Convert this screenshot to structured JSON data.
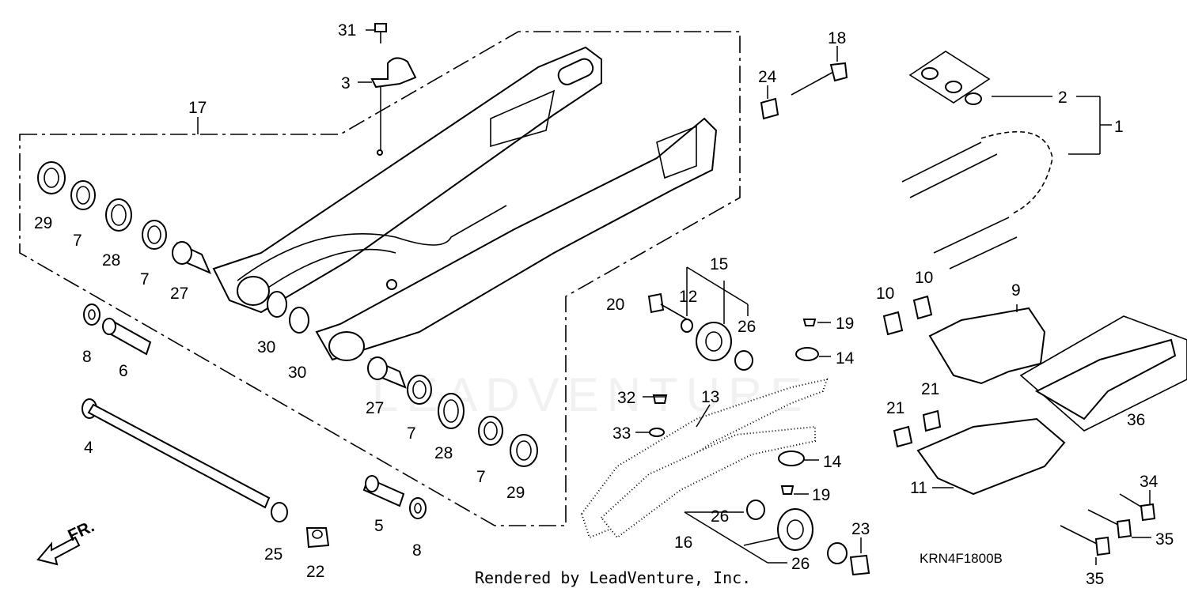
{
  "diagram": {
    "footer": "Rendered by LeadVenture, Inc.",
    "code": "KRN4F1800B",
    "direction_label": "FR.",
    "watermark": "LEADVENTURE",
    "callouts": [
      "1",
      "2",
      "3",
      "4",
      "5",
      "6",
      "7",
      "8",
      "9",
      "10",
      "11",
      "12",
      "13",
      "14",
      "15",
      "16",
      "17",
      "18",
      "19",
      "20",
      "21",
      "22",
      "23",
      "24",
      "25",
      "26",
      "27",
      "28",
      "29",
      "30",
      "31",
      "32",
      "33",
      "34",
      "35",
      "36"
    ]
  }
}
